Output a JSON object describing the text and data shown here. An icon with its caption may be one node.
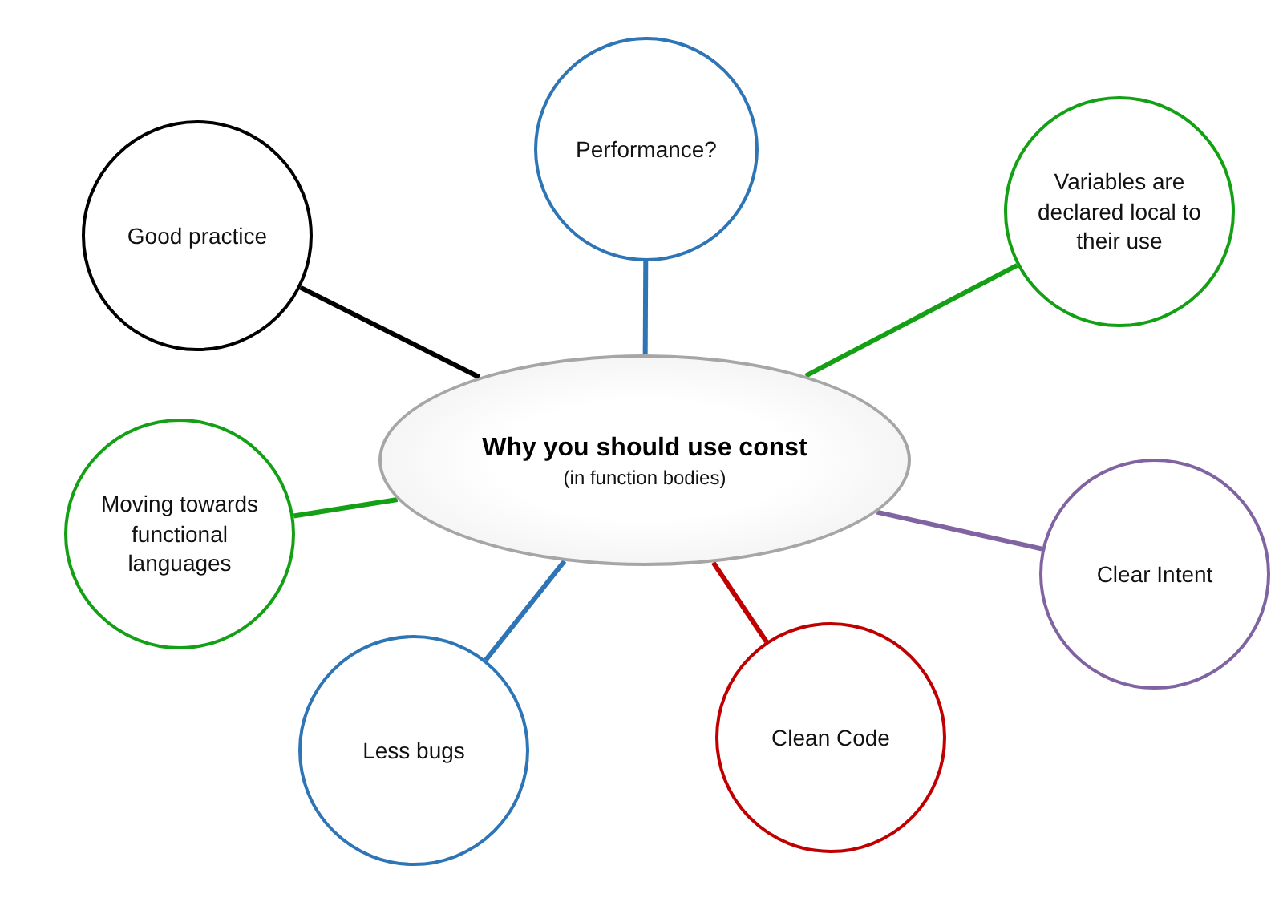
{
  "diagram": {
    "nodes": [
      {
        "text": [
          "Why you should use const",
          "(in function bodies)"
        ]
      },
      {
        "text": [
          "Good practice"
        ]
      },
      {
        "text": [
          "Performance?"
        ]
      },
      {
        "text": [
          "Variables are declared local to their use"
        ]
      },
      {
        "text": [
          "Moving towards functional languages"
        ]
      },
      {
        "text": [
          "Clear Intent"
        ]
      },
      {
        "text": [
          "Less bugs"
        ]
      },
      {
        "text": [
          "Clean Code"
        ]
      }
    ],
    "edges": [
      {
        "from": 0,
        "to": 1,
        "arrow": "none",
        "color": "#000000"
      },
      {
        "from": 0,
        "to": 2,
        "arrow": "none",
        "color": "#2e75b6"
      },
      {
        "from": 0,
        "to": 3,
        "arrow": "none",
        "color": "#14a014"
      },
      {
        "from": 0,
        "to": 4,
        "arrow": "none",
        "color": "#14a014"
      },
      {
        "from": 0,
        "to": 5,
        "arrow": "none",
        "color": "#8064a2"
      },
      {
        "from": 0,
        "to": 6,
        "arrow": "none",
        "color": "#2e75b6"
      },
      {
        "from": 0,
        "to": 7,
        "arrow": "none",
        "color": "#c00000"
      }
    ]
  }
}
